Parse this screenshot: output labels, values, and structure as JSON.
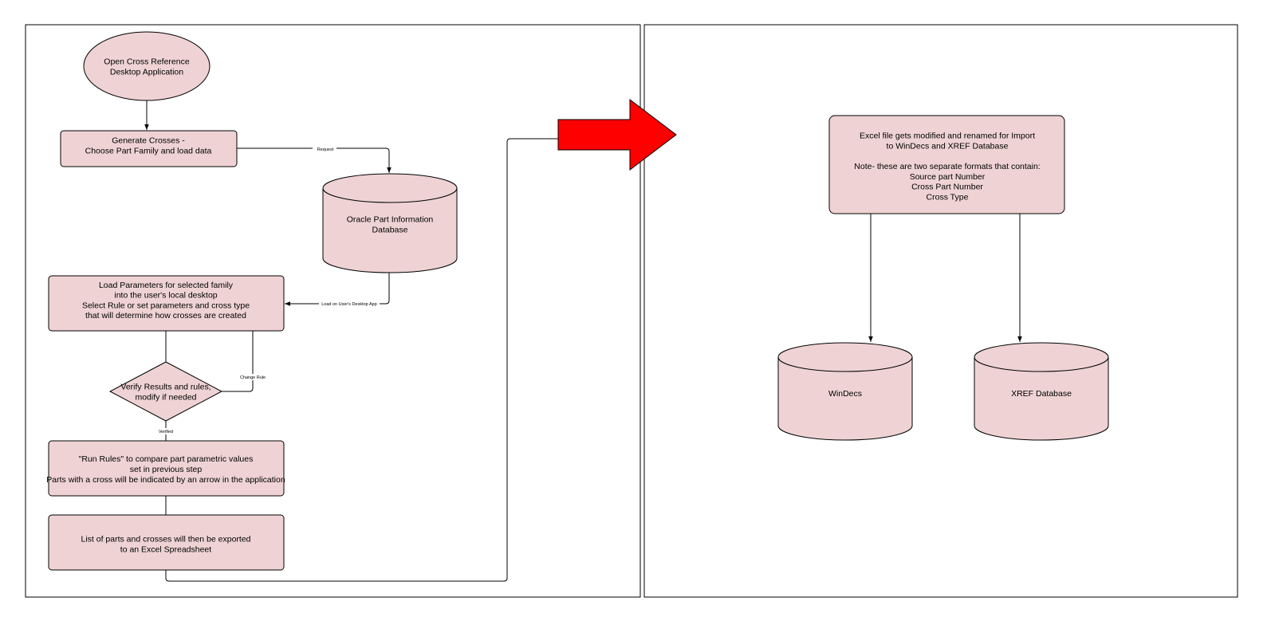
{
  "nodes": {
    "open_app": [
      "Open Cross Reference",
      "Desktop Application"
    ],
    "generate_crosses": [
      "Generate Crosses -",
      "Choose Part Family and load data"
    ],
    "oracle_db": [
      "Oracle Part Information",
      "Database"
    ],
    "load_params": [
      "Load Parameters for selected family",
      "into the user's local desktop",
      "Select Rule or set parameters and cross type",
      "that will determine how crosses are created"
    ],
    "verify": [
      "Verify Results and rules,",
      "modify if needed"
    ],
    "run_rules": [
      "\"Run Rules\" to compare part parametric values",
      "set in previous step",
      "Parts with a cross will be indicated by an arrow in the application"
    ],
    "export": [
      "List of parts and crosses will then be exported",
      "to an Excel Spreadsheet"
    ],
    "excel_modified": [
      "Excel file gets modified and renamed for Import",
      "to WinDecs and XREF Database",
      "",
      "Note- these are two separate formats that contain:",
      "Source part Number",
      "Cross Part Number",
      "Cross Type"
    ],
    "windecs": [
      "WinDecs"
    ],
    "xref_db": [
      "XREF Database"
    ]
  },
  "edges": {
    "request": "Request",
    "load_on_desktop": "Load on User's Desktop App",
    "change_rule": "Change Rule",
    "verified": "Verified"
  },
  "colors": {
    "node_fill": "#efd3d4",
    "arrow_fill": "#ff0000",
    "stroke": "#000000"
  }
}
